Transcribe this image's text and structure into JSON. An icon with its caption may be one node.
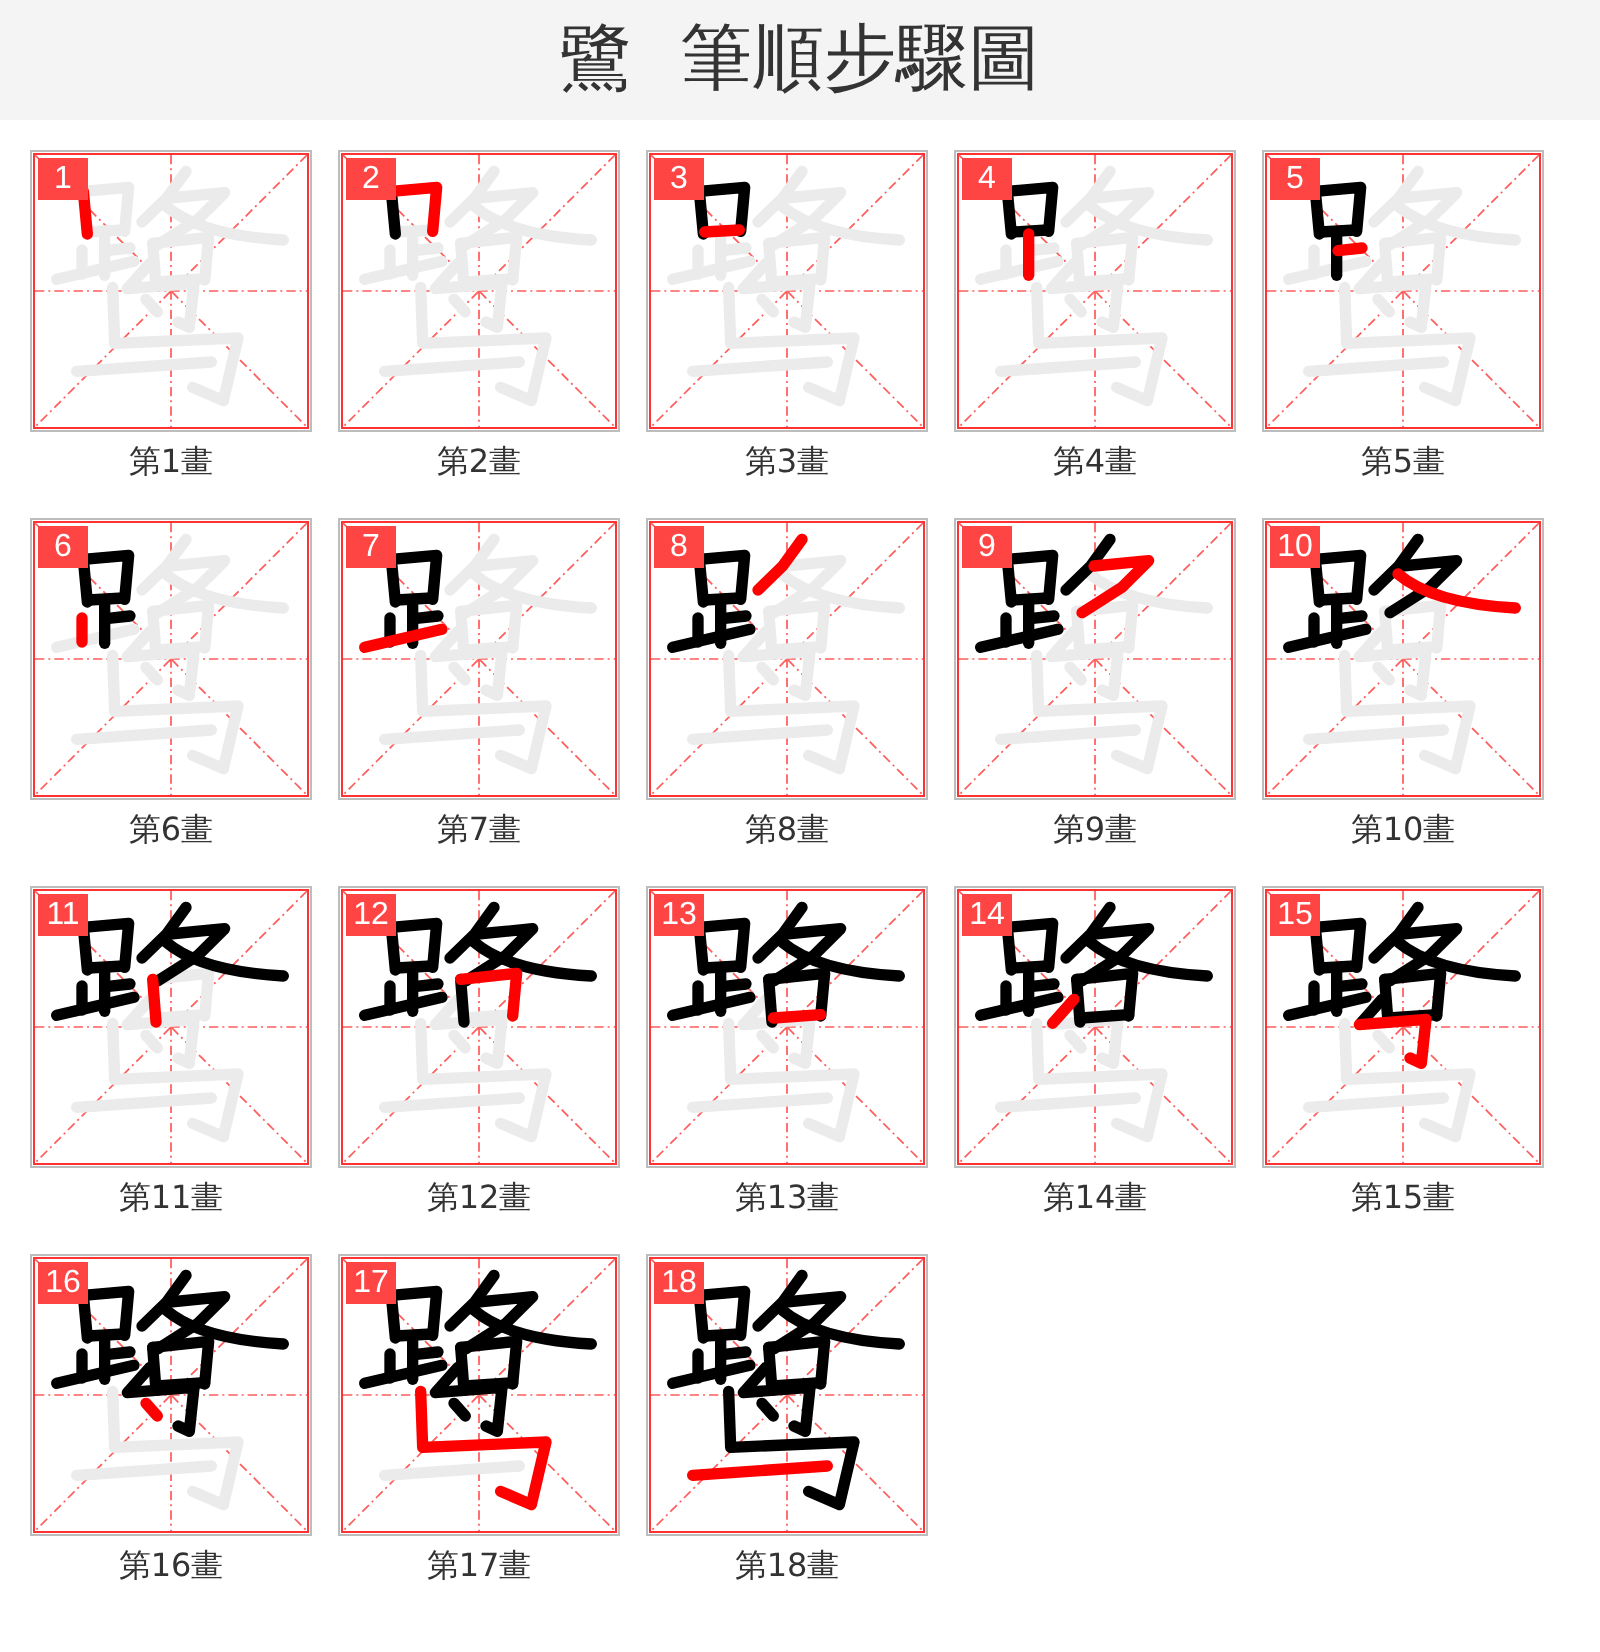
{
  "diagram": {
    "title": "鷺 筆順步驟圖",
    "nodes": [
      {
        "text": [
          "1"
        ],
        "beside": [
          "第1畫"
        ]
      },
      {
        "text": [
          "2"
        ],
        "beside": [
          "第2畫"
        ]
      },
      {
        "text": [
          "3"
        ],
        "beside": [
          "第3畫"
        ]
      },
      {
        "text": [
          "4"
        ],
        "beside": [
          "第4畫"
        ]
      },
      {
        "text": [
          "5"
        ],
        "beside": [
          "第5畫"
        ]
      },
      {
        "text": [
          "6"
        ],
        "beside": [
          "第6畫"
        ]
      },
      {
        "text": [
          "7"
        ],
        "beside": [
          "第7畫"
        ]
      },
      {
        "text": [
          "8"
        ],
        "beside": [
          "第8畫"
        ]
      },
      {
        "text": [
          "9"
        ],
        "beside": [
          "第9畫"
        ]
      },
      {
        "text": [
          "10"
        ],
        "beside": [
          "第10畫"
        ]
      },
      {
        "text": [
          "11"
        ],
        "beside": [
          "第11畫"
        ]
      },
      {
        "text": [
          "12"
        ],
        "beside": [
          "第12畫"
        ]
      },
      {
        "text": [
          "13"
        ],
        "beside": [
          "第13畫"
        ]
      },
      {
        "text": [
          "14"
        ],
        "beside": [
          "第14畫"
        ]
      },
      {
        "text": [
          "15"
        ],
        "beside": [
          "第15畫"
        ]
      },
      {
        "text": [
          "16"
        ],
        "beside": [
          "第16畫"
        ]
      },
      {
        "text": [
          "17"
        ],
        "beside": [
          "第17畫"
        ]
      },
      {
        "text": [
          "18"
        ],
        "beside": [
          "第18畫"
        ]
      }
    ]
  }
}
